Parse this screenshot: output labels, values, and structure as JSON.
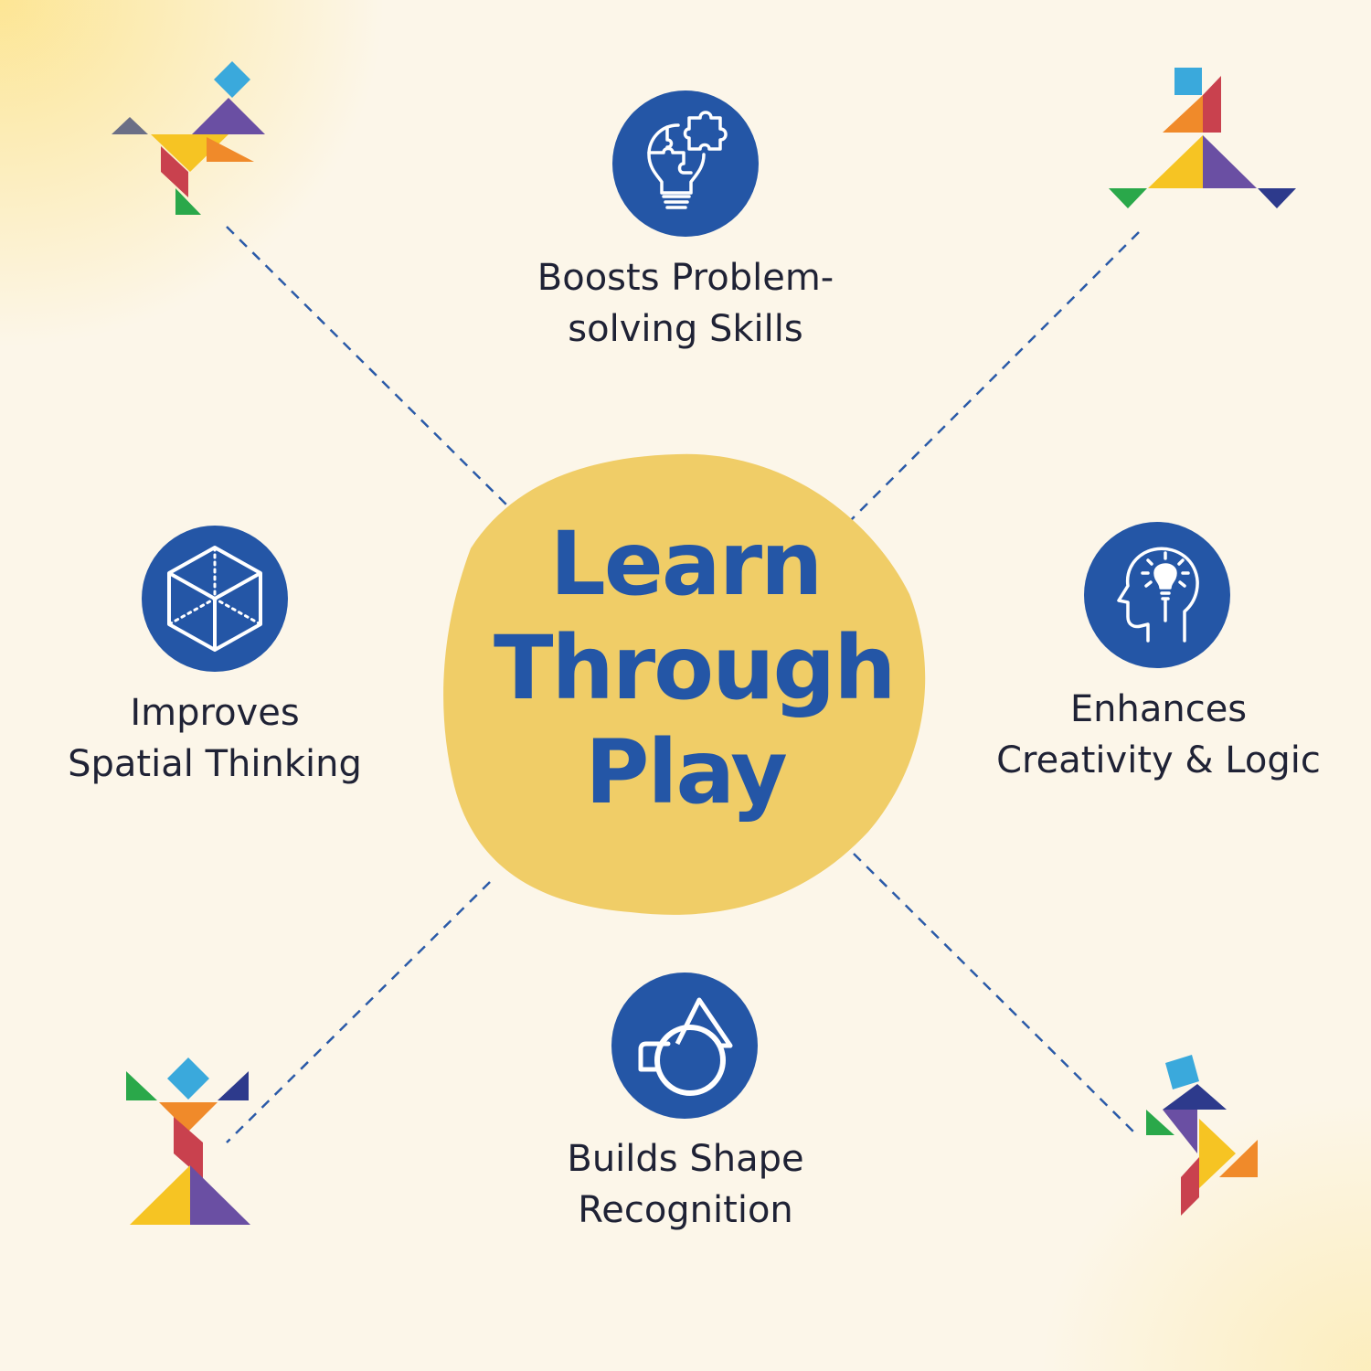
{
  "colors": {
    "background": "#fcf6e9",
    "accent_blue": "#2456a6",
    "blob_yellow": "#f0cd67",
    "text_dark": "#1f2235"
  },
  "center": {
    "lines": [
      "Learn",
      "Through",
      "Play"
    ]
  },
  "benefits": [
    {
      "icon": "puzzle-lightbulb-icon",
      "lines": [
        "Boosts Problem-",
        "solving Skills"
      ]
    },
    {
      "icon": "cube-icon",
      "lines": [
        "Improves",
        "Spatial Thinking"
      ]
    },
    {
      "icon": "head-lightbulb-icon",
      "lines": [
        "Enhances",
        "Creativity & Logic"
      ]
    },
    {
      "icon": "shapes-icon",
      "lines": [
        "Builds Shape",
        "Recognition"
      ]
    }
  ],
  "decorations": [
    "tangram-bird-icon",
    "tangram-runner-icon",
    "tangram-dancer-icon",
    "tangram-figure-icon"
  ]
}
